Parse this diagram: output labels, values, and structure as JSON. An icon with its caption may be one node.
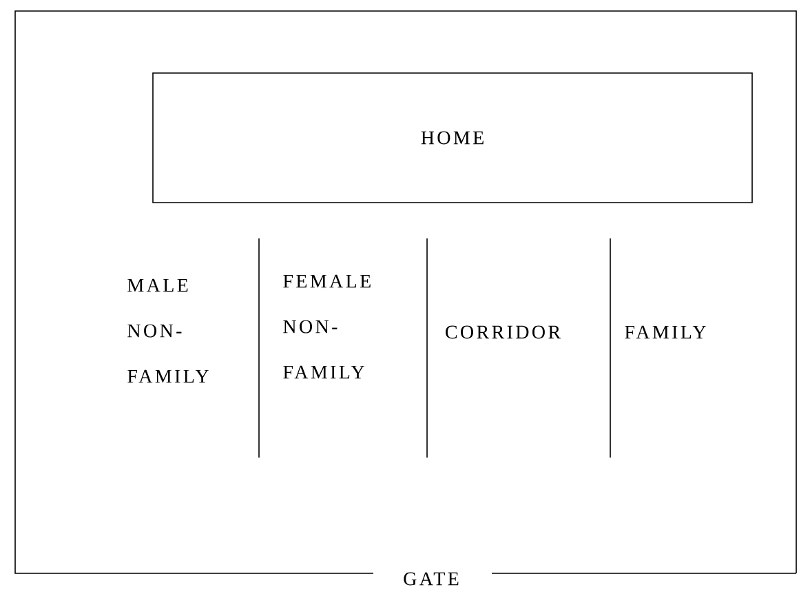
{
  "diagram": {
    "nodes": [
      {
        "text": [
          "GATE"
        ]
      },
      {
        "text": [
          "HOME"
        ],
        "in": 0
      }
    ],
    "labels": [
      "MALE NON-FAMILY",
      "FEMALE NON-FAMILY",
      "CORRIDOR",
      "FAMILY"
    ]
  }
}
